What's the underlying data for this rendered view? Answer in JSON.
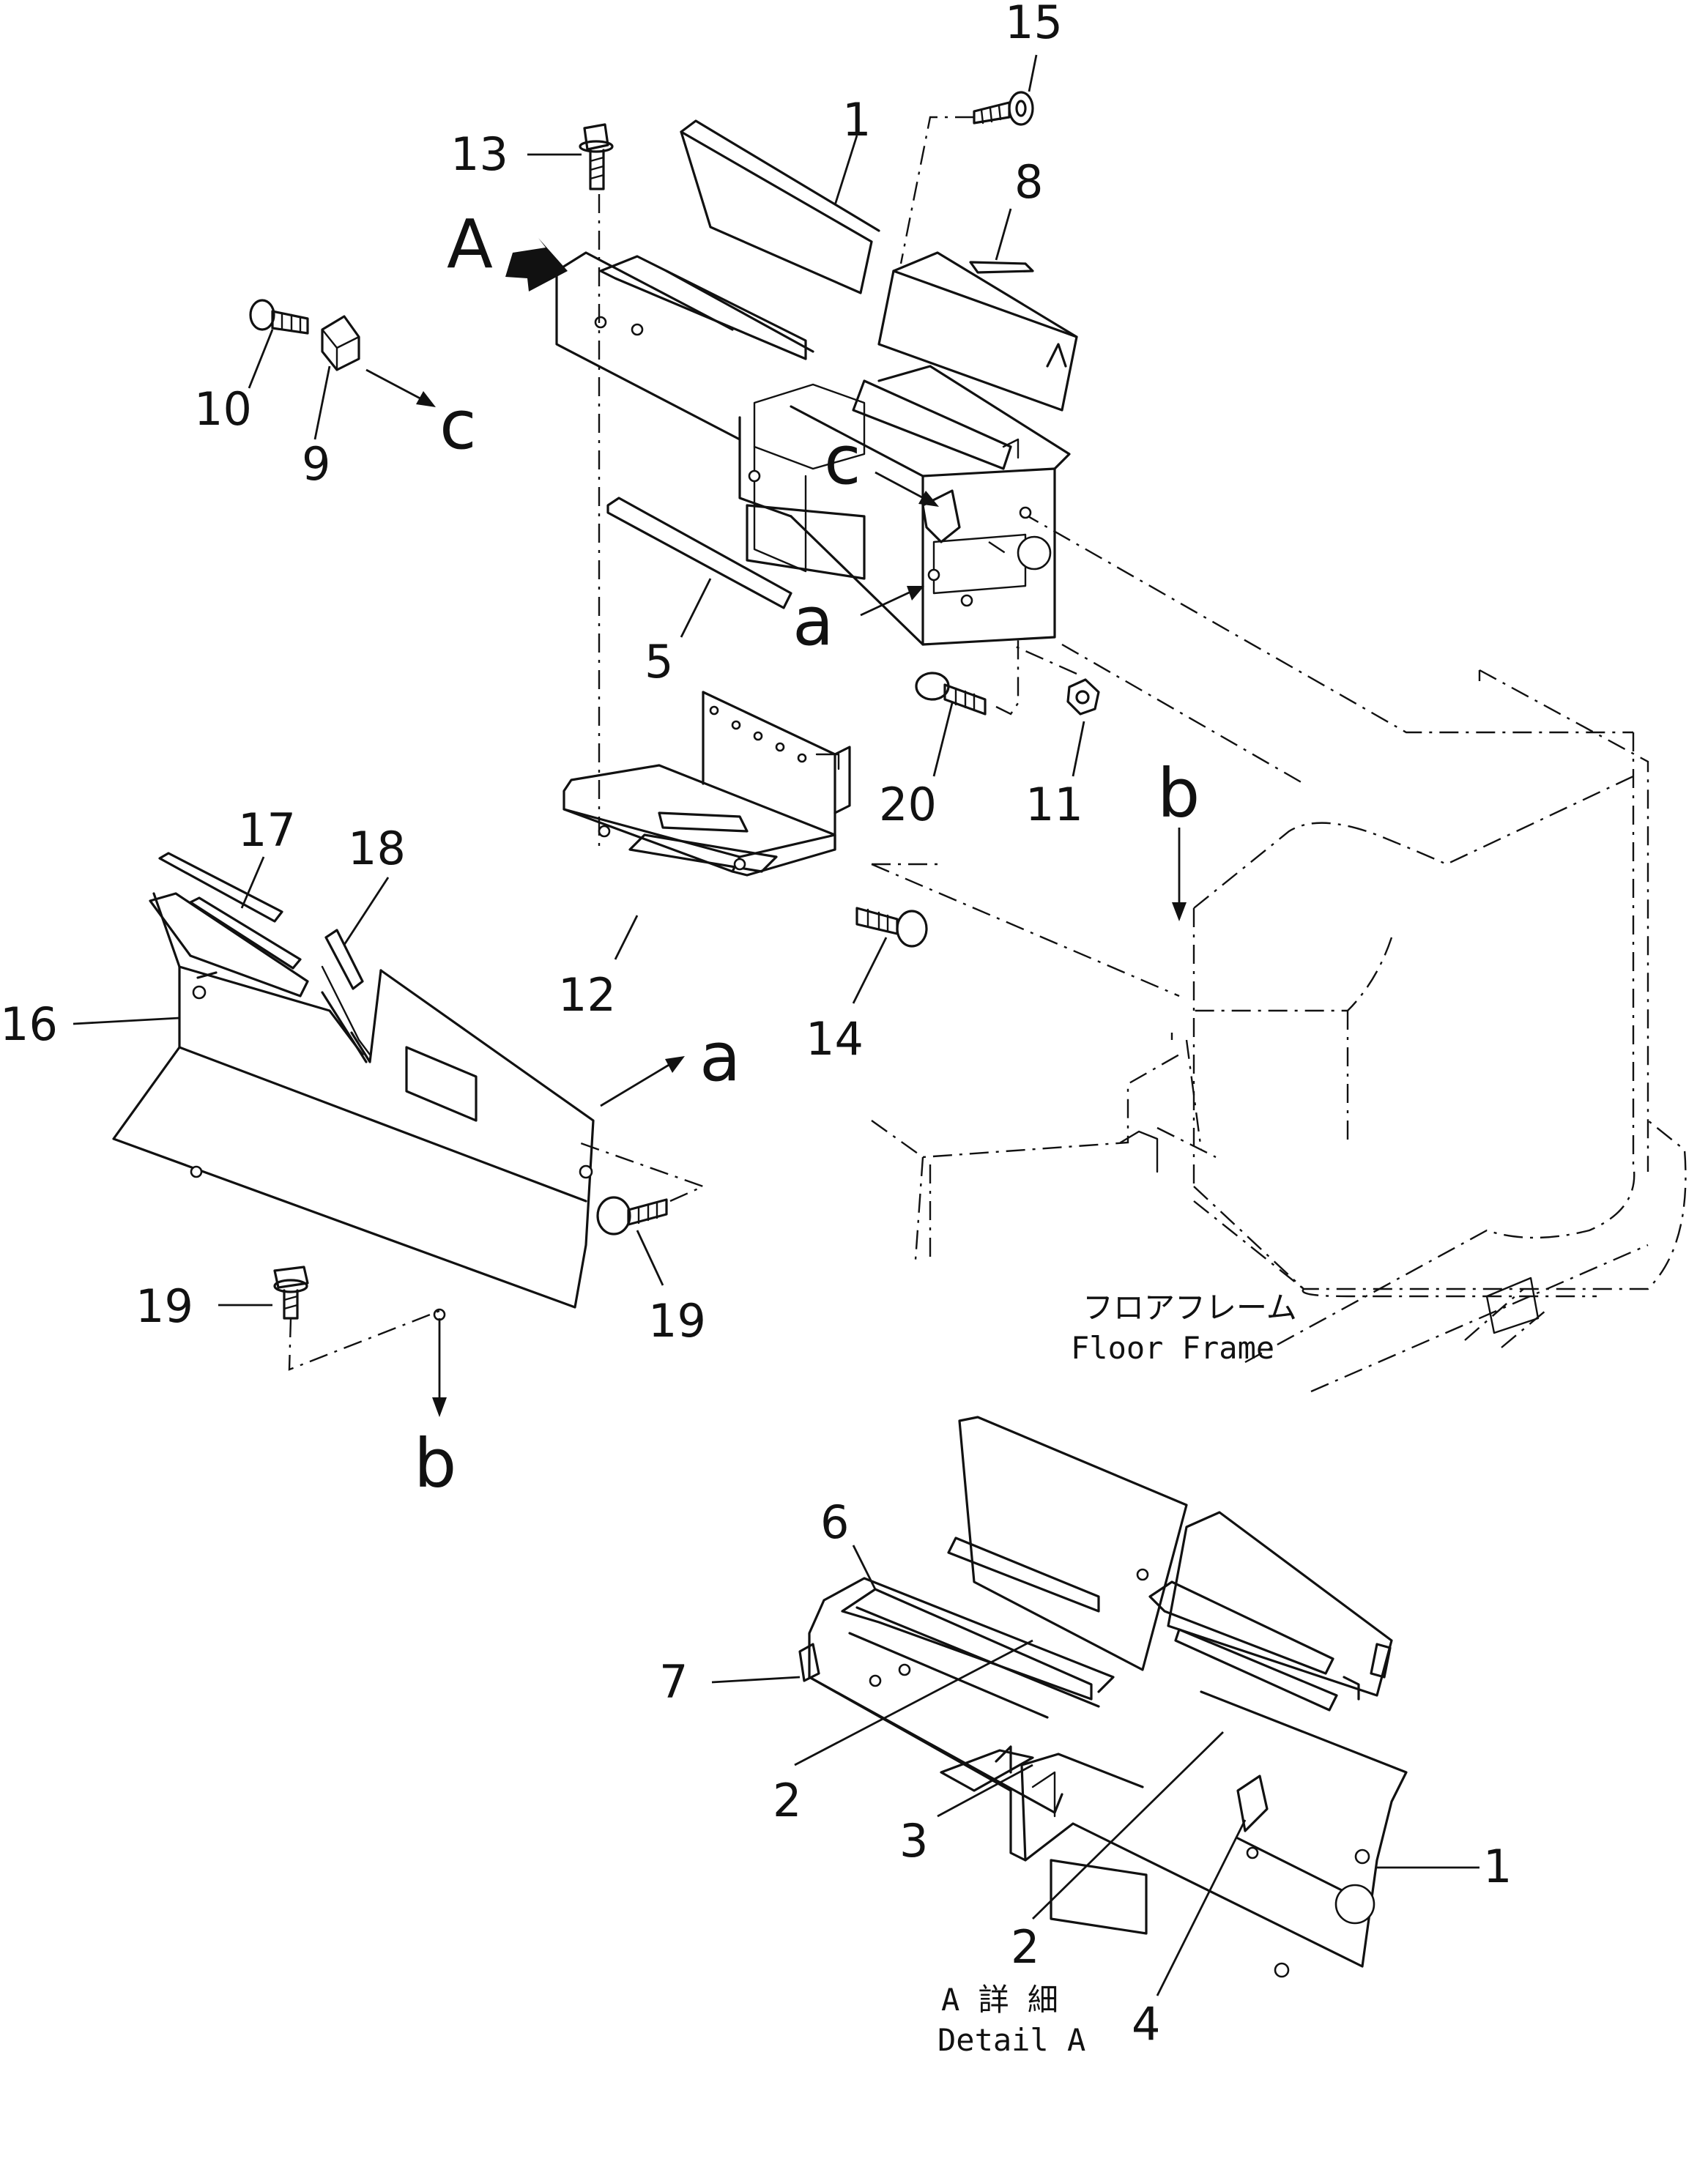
{
  "diagram": {
    "callouts": {
      "p1_top": "1",
      "p1_detail": "1",
      "p2_a": "2",
      "p2_b": "2",
      "p3": "3",
      "p4": "4",
      "p5": "5",
      "p6": "6",
      "p7": "7",
      "p8": "8",
      "p9": "9",
      "p10": "10",
      "p11": "11",
      "p12": "12",
      "p13": "13",
      "p14": "14",
      "p15": "15",
      "p16": "16",
      "p17": "17",
      "p18": "18",
      "p19_a": "19",
      "p19_b": "19",
      "p20": "20"
    },
    "refs": {
      "view_A": "A",
      "a_upper": "a",
      "a_lower": "a",
      "b_upper": "b",
      "b_lower": "b",
      "c_left": "c",
      "c_right": "c"
    },
    "labels": {
      "floor_frame_jp": "フロアフレーム",
      "floor_frame_en": "Floor Frame",
      "detail_jp": "A 詳 細",
      "detail_en": "Detail A"
    }
  }
}
